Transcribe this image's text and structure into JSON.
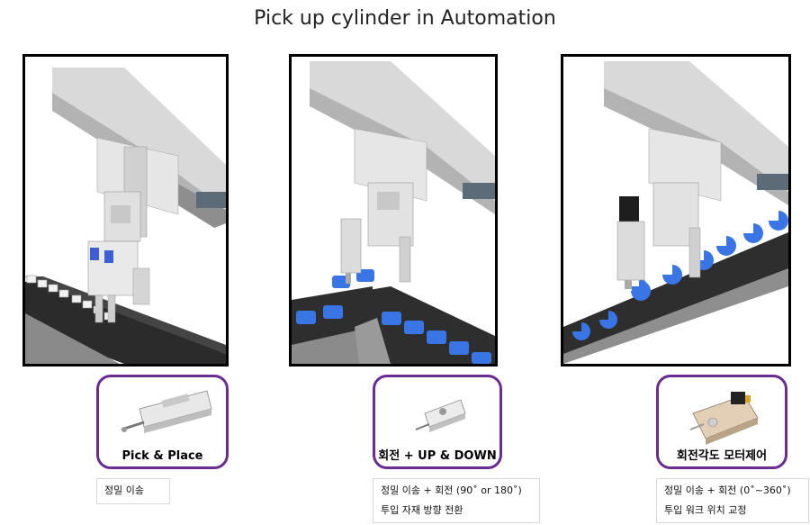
{
  "title": "Pick up cylinder in Automation",
  "panels": [
    {
      "product_label": "Pick & Place",
      "notes": [
        "정밀 이송"
      ]
    },
    {
      "product_label": "회전 + UP & DOWN",
      "notes": [
        "정밀 이송 + 회전 (90˚ or 180˚)",
        "투입 자재 방향 전환"
      ]
    },
    {
      "product_label": "회전각도 모터제어",
      "notes": [
        "정밀 이송 + 회전 (0˚~360˚)",
        "투입 워크 위치 교정"
      ]
    }
  ]
}
